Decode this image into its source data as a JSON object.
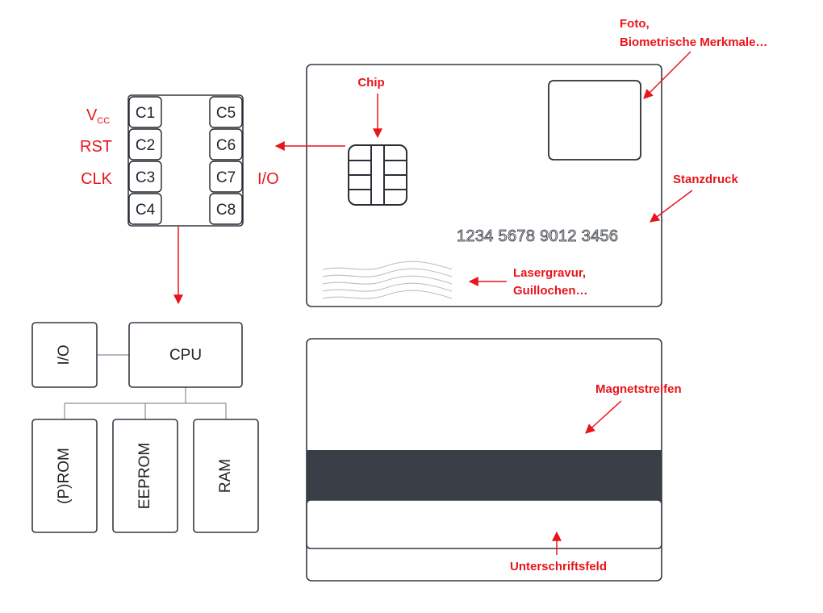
{
  "contacts": {
    "left": [
      "C1",
      "C2",
      "C3",
      "C4"
    ],
    "right": [
      "C5",
      "C6",
      "C7",
      "C8"
    ],
    "vcc_main": "V",
    "vcc_sub": "CC",
    "rst": "RST",
    "clk": "CLK",
    "io": "I/O"
  },
  "architecture": {
    "io": "I/O",
    "cpu": "CPU",
    "prom": "(P)ROM",
    "eeprom": "EEPROM",
    "ram": "RAM"
  },
  "card_front": {
    "number": "1234 5678 9012 3456"
  },
  "annotations": {
    "chip": "Chip",
    "foto_line1": "Foto,",
    "foto_line2": "Biometrische Merkmale…",
    "stanzdruck": "Stanzdruck",
    "laser_line1": "Lasergravur,",
    "laser_line2": "Guillochen…",
    "magnet": "Magnetstreifen",
    "signature": "Unterschriftsfeld"
  },
  "colors": {
    "accent": "#e8151b",
    "stripe": "#3a3f47",
    "outline": "#333a44"
  }
}
